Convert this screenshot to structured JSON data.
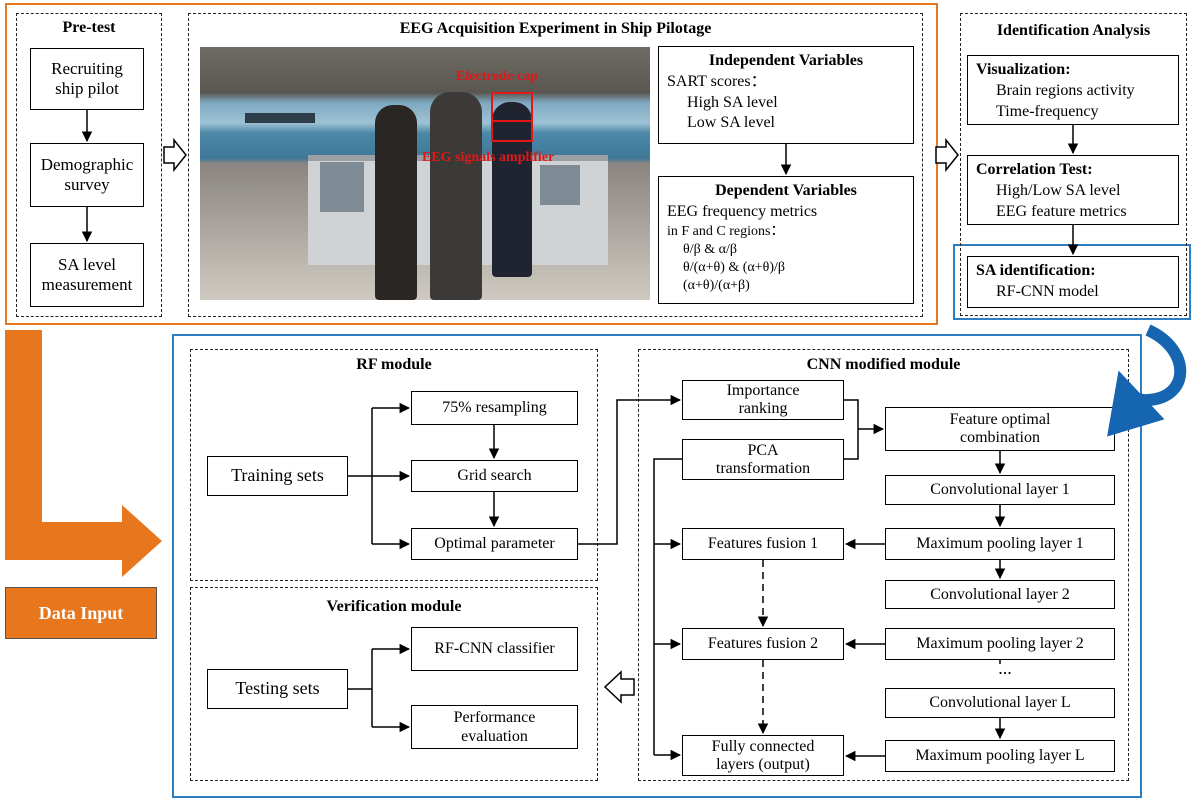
{
  "pretest": {
    "title": "Pre-test",
    "recruit": [
      "Recruiting",
      "ship pilot"
    ],
    "demo": [
      "Demographic",
      "survey"
    ],
    "sa": [
      "SA level",
      "measurement"
    ]
  },
  "eeg": {
    "title": "EEG Acquisition Experiment in Ship Pilotage",
    "photo_labels": {
      "cap": "Electrode cap",
      "amp": "EEG signals amplifier"
    },
    "independent": {
      "title": "Independent Variables",
      "lines": [
        "SART scores：",
        "High SA level",
        "Low SA level"
      ]
    },
    "dependent": {
      "title": "Dependent Variables",
      "line1": "EEG frequency metrics",
      "line2": "in F and C regions：",
      "metrics": [
        "θ/β & α/β",
        "θ/(α+θ) & (α+θ)/β",
        "(α+θ)/(α+β)"
      ]
    }
  },
  "ident": {
    "title": "Identification Analysis",
    "vis": {
      "title": "Visualization:",
      "lines": [
        "Brain regions activity",
        "Time-frequency"
      ]
    },
    "corr": {
      "title": "Correlation Test:",
      "lines": [
        "High/Low SA level",
        "EEG feature metrics"
      ]
    },
    "said": {
      "title": "SA identification:",
      "lines": [
        "RF-CNN model"
      ]
    }
  },
  "data_input": "Data Input",
  "rf": {
    "title": "RF module",
    "training": "Training sets",
    "resampling": "75% resampling",
    "grid": "Grid search",
    "optimal": "Optimal parameter"
  },
  "verif": {
    "title": "Verification module",
    "testing": "Testing sets",
    "classifier": "RF-CNN classifier",
    "perf": [
      "Performance",
      "evaluation"
    ]
  },
  "cnn": {
    "title": "CNN modified module",
    "importance": [
      "Importance",
      "ranking"
    ],
    "pca": [
      "PCA",
      "transformation"
    ],
    "feat_opt": [
      "Feature optimal",
      "combination"
    ],
    "conv1": "Convolutional layer 1",
    "pool1": "Maximum pooling layer 1",
    "conv2": "Convolutional layer 2",
    "pool2": "Maximum pooling layer 2",
    "ellipsis": "...",
    "convL": "Convolutional layer L",
    "poolL": "Maximum pooling layer L",
    "fusion1": "Features fusion 1",
    "fusion2": "Features fusion 2",
    "fc": [
      "Fully connected",
      "layers (output)"
    ]
  },
  "colors": {
    "orange": "#e8761c",
    "blue": "#2d7fc1",
    "dark_blue": "#1565b0"
  }
}
